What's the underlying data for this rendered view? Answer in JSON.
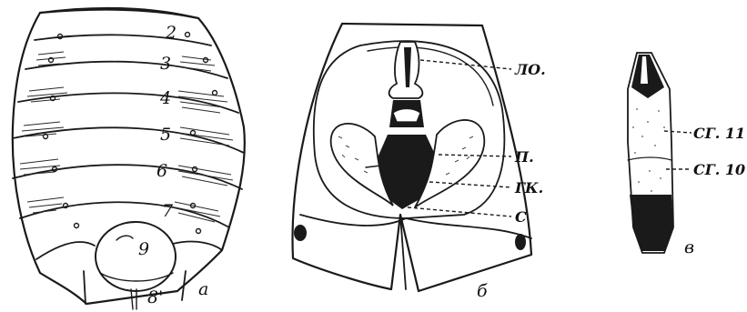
{
  "panels": {
    "a": {
      "letter": "а",
      "segment_numbers": [
        "2",
        "3",
        "4",
        "5",
        "6",
        "7",
        "9",
        "8'"
      ]
    },
    "b": {
      "letter": "б",
      "callouts": [
        "ЛО.",
        "П.",
        "ГК.",
        "С"
      ]
    },
    "c": {
      "letter": "в",
      "callouts": [
        "СГ. 11",
        "СГ. 10"
      ]
    }
  },
  "colors": {
    "ink": "#1a1a1a",
    "paper": "#ffffff"
  }
}
